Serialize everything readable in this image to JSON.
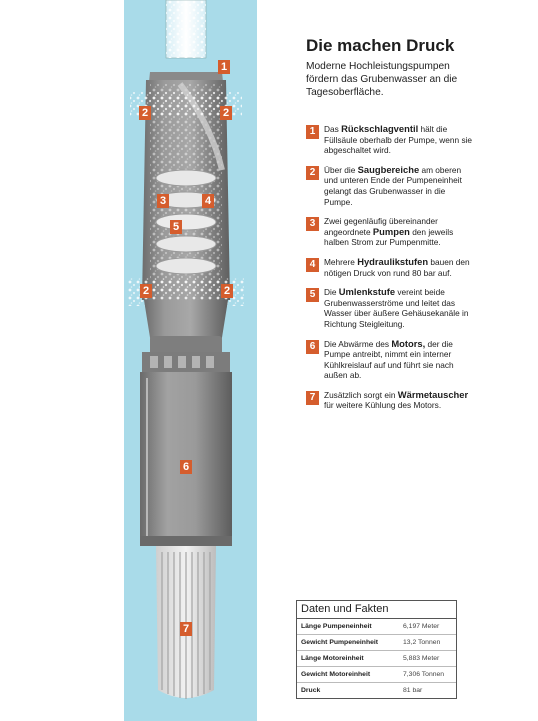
{
  "title": "Die machen Druck",
  "subtitle": "Moderne Hochleistungspumpen fördern das Grubenwasser an die Tagesoberfläche.",
  "colors": {
    "accent": "#d55d2d",
    "water": "#a9dbe9",
    "shaft": "#7bc2d9",
    "pump": "#8f8f8f"
  },
  "diagram_badges": [
    "1",
    "2",
    "2",
    "3",
    "4",
    "5",
    "2",
    "2",
    "6",
    "7"
  ],
  "legend": [
    {
      "num": "1",
      "pre": "Das ",
      "bold": "Rückschlagventil",
      "post": " hält die Füllsäule oberhalb der Pumpe, wenn sie abgeschaltet wird."
    },
    {
      "num": "2",
      "pre": "Über die ",
      "bold": "Saugbereiche",
      "post": " am oberen und unteren Ende der Pumpeneinheit gelangt das Grubenwasser in die Pumpe."
    },
    {
      "num": "3",
      "pre": "Zwei gegenläufig übereinander angeordnete ",
      "bold": "Pumpen",
      "post": " den jeweils halben Strom zur Pumpenmitte."
    },
    {
      "num": "4",
      "pre": "Mehrere ",
      "bold": "Hydraulikstufen",
      "post": " bauen den nötigen Druck von rund 80 bar auf."
    },
    {
      "num": "5",
      "pre": "Die ",
      "bold": "Umlenkstufe",
      "post": " vereint beide Grubenwasserströme und leitet das Wasser über äußere Gehäusekanäle in Richtung Steigleitung."
    },
    {
      "num": "6",
      "pre": "Die Abwärme des ",
      "bold": "Motors,",
      "post": " der die Pumpe antreibt, nimmt ein interner Kühlkreislauf auf und führt sie nach außen ab."
    },
    {
      "num": "7",
      "pre": "Zusätzlich sorgt ein ",
      "bold": "Wärmetauscher",
      "post": " für weitere Kühlung des Motors."
    }
  ],
  "facts": {
    "heading": "Daten und Fakten",
    "rows": [
      {
        "label": "Länge Pumpeneinheit",
        "value": "6,197 Meter"
      },
      {
        "label": "Gewicht Pumpeneinheit",
        "value": "13,2 Tonnen"
      },
      {
        "label": "Länge Motoreinheit",
        "value": "5,883 Meter"
      },
      {
        "label": "Gewicht Motoreinheit",
        "value": "7,306 Tonnen"
      },
      {
        "label": "Druck",
        "value": "81 bar"
      }
    ]
  }
}
